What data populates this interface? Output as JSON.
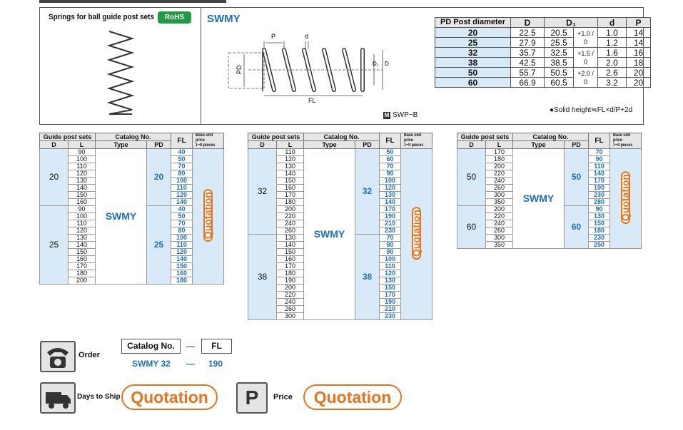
{
  "header": {
    "title": "Springs for ball guide post sets",
    "rohs": "RoHS",
    "product": "SWMY",
    "diagram_labels": {
      "p": "P",
      "d": "d",
      "pd": "PD",
      "d1": "D₁",
      "D": "D",
      "fl": "FL"
    },
    "mark_code": "M",
    "mark_label": "SWP−B",
    "note": "●Solid height≒FL×d/P+2d"
  },
  "spec_table": {
    "headers": [
      "PD Post diameter",
      "D",
      "D₁",
      "d",
      "P"
    ],
    "rows": [
      {
        "pd": "20",
        "D": "22.5",
        "D1": "20.5",
        "d": "1.0",
        "P": "14"
      },
      {
        "pd": "25",
        "D": "27.9",
        "D1": "25.5",
        "d": "1.2",
        "P": "14"
      },
      {
        "pd": "32",
        "D": "35.7",
        "D1": "32.5",
        "d": "1.6",
        "P": "16"
      },
      {
        "pd": "38",
        "D": "42.5",
        "D1": "38.5",
        "d": "2.0",
        "P": "18"
      },
      {
        "pd": "50",
        "D": "55.7",
        "D1": "50.5",
        "d": "2.6",
        "P": "20"
      },
      {
        "pd": "60",
        "D": "66.9",
        "D1": "60.5",
        "d": "3.2",
        "P": "20"
      }
    ],
    "tolerances": [
      "+1.0 / 0",
      "+1.5 / 0",
      "+2.0 / 0"
    ]
  },
  "price_tables": {
    "head": {
      "group": "Guide post sets",
      "catalog": "Catalog No.",
      "fl": "FL",
      "price": "Base unit price",
      "price_range": "1~9 pieces",
      "d": "D",
      "l": "L",
      "type": "Type",
      "pd": "PD"
    },
    "quotation": "Quotation",
    "type": "SWMY",
    "tables": [
      {
        "groups": [
          {
            "d": "20",
            "pd": "20",
            "l": [
              "90",
              "100",
              "110",
              "120",
              "130",
              "140",
              "150",
              "160"
            ],
            "fl": [
              "40",
              "50",
              "70",
              "80",
              "100",
              "110",
              "120",
              "140"
            ]
          },
          {
            "d": "25",
            "pd": "25",
            "l": [
              "90",
              "100",
              "110",
              "120",
              "130",
              "140",
              "150",
              "160",
              "170",
              "180",
              "200"
            ],
            "fl": [
              "40",
              "50",
              "70",
              "80",
              "100",
              "110",
              "120",
              "140",
              "150",
              "160",
              "180"
            ]
          }
        ]
      },
      {
        "groups": [
          {
            "d": "32",
            "pd": "32",
            "l": [
              "110",
              "120",
              "130",
              "140",
              "150",
              "160",
              "170",
              "180",
              "200",
              "220",
              "240",
              "260"
            ],
            "fl": [
              "50",
              "60",
              "70",
              "90",
              "100",
              "120",
              "130",
              "140",
              "170",
              "190",
              "210",
              "230"
            ]
          },
          {
            "d": "38",
            "pd": "38",
            "l": [
              "130",
              "140",
              "150",
              "160",
              "170",
              "180",
              "190",
              "200",
              "220",
              "240",
              "260",
              "300"
            ],
            "fl": [
              "70",
              "80",
              "90",
              "100",
              "110",
              "120",
              "130",
              "150",
              "170",
              "190",
              "210",
              "230"
            ]
          }
        ]
      },
      {
        "groups": [
          {
            "d": "50",
            "pd": "50",
            "l": [
              "170",
              "180",
              "200",
              "220",
              "240",
              "260",
              "300",
              "350"
            ],
            "fl": [
              "70",
              "90",
              "110",
              "140",
              "170",
              "190",
              "230",
              "280"
            ]
          },
          {
            "d": "60",
            "pd": "60",
            "l": [
              "200",
              "220",
              "240",
              "260",
              "300",
              "350"
            ],
            "fl": [
              "90",
              "130",
              "150",
              "180",
              "230",
              "250"
            ]
          }
        ]
      }
    ]
  },
  "order": {
    "label": "Order",
    "catalog_label": "Catalog No.",
    "dash": "—",
    "fl_label": "FL",
    "example_catalog": "SWMY 32",
    "example_dash": "—",
    "example_fl": "190"
  },
  "shipping": {
    "days_label": "Days to Ship",
    "days_value": "Quotation",
    "price_icon": "P",
    "price_label": "Price",
    "price_value": "Quotation"
  },
  "icons": {
    "order": "phone-icon",
    "shipping": "truck-icon",
    "price": "price-tag-icon"
  },
  "colors": {
    "accent": "#1a6fc4",
    "highlight": "#d8eaf7",
    "quotation": "#e8731a",
    "rohs": "#1f9a45"
  }
}
